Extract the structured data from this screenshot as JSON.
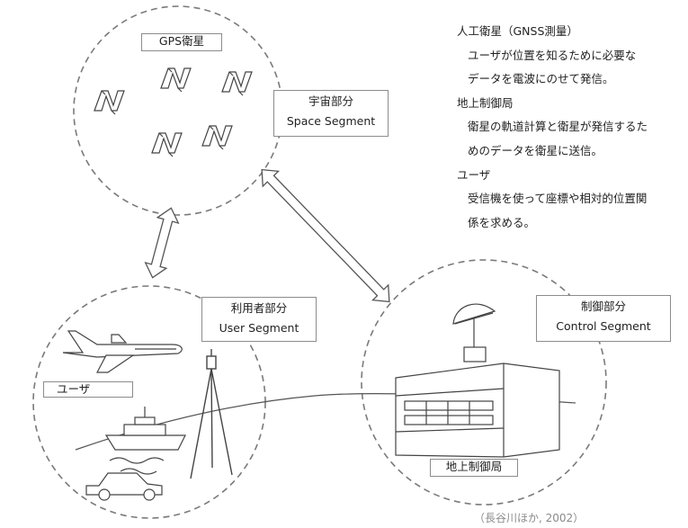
{
  "satellites_box": {
    "label": "GPS衛星"
  },
  "space_segment": {
    "jp": "宇宙部分",
    "en": "Space Segment"
  },
  "user_segment": {
    "jp": "利用者部分",
    "en": "User Segment"
  },
  "control_segment": {
    "jp": "制御部分",
    "en": "Control Segment"
  },
  "user_box": {
    "label": "ユーザ"
  },
  "control_station_box": {
    "label": "地上制御局"
  },
  "description": {
    "satellite_heading": "人工衛星（GNSS測量）",
    "satellite_lines": [
      "ユーザが位置を知るために必要な",
      "データを電波にのせて発信。"
    ],
    "control_heading": "地上制御局",
    "control_lines": [
      "衛星の軌道計算と衛星が発信するた",
      "めのデータを衛星に送信。"
    ],
    "user_heading": "ユーザ",
    "user_lines": [
      "受信機を使って座標や相対的位置関",
      "係を求める。"
    ]
  },
  "citation": "（長谷川ほか, 2002）",
  "colors": {
    "outline": "#555555",
    "dash": "#7a7a7a",
    "box_border": "#8c8c8c"
  },
  "icons": [
    "satellite-icon",
    "airplane-icon",
    "ship-icon",
    "car-icon",
    "survey-tripod-icon",
    "antenna-dish-icon",
    "building-icon"
  ]
}
